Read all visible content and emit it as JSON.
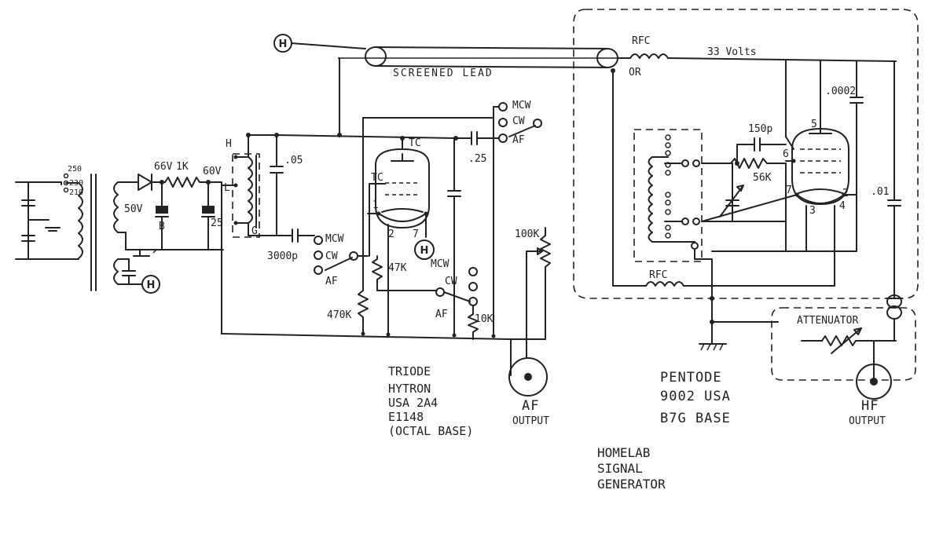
{
  "labels": {
    "h_top": "H",
    "h_heater": "H",
    "h_tube": "H",
    "screened_lead": "SCREENED LEAD",
    "rfc_top": "RFC",
    "rfc_bottom": "RFC",
    "v33": "33 Volts",
    "or": "OR",
    "c0002": ".0002",
    "c01": ".01",
    "c150p": "150p",
    "r56k": "56K",
    "pin5": "5",
    "pin6": "6",
    "pin7p": "7",
    "pin2p": "2",
    "pin4p": "4",
    "pin3p": "3",
    "mcw_top": "MCW",
    "cw_top": "CW",
    "af_top": "AF",
    "c25_top": ".25",
    "tc1": "TC",
    "tc2": "TC",
    "pin1t": "1",
    "pin2t": "2",
    "pin7t": "7",
    "c05": ".05",
    "coil_h": "H",
    "coil_l": "L",
    "coil_g": "G",
    "v66": "66V",
    "r1k": "1K",
    "v60": "60V",
    "v50": "50V",
    "cap_b": "B",
    "c25": "25",
    "tap250": "250",
    "tap230": "230",
    "tap210": "210",
    "c3000p": "3000p",
    "mcw_mid": "MCW",
    "cw_mid": "CW",
    "af_mid": "AF",
    "r47k": "47K",
    "r470k": "470K",
    "mcw_low": "MCW",
    "cw_low": "CW",
    "af_low": "AF",
    "r10k": "10K",
    "r100k": "100K",
    "attenuator": "ATTENUATOR",
    "hf_label": "HF",
    "hf_output": "OUTPUT",
    "af_label": "AF",
    "af_output": "OUTPUT"
  },
  "notes": {
    "triode_1": "TRIODE",
    "triode_2": "HYTRON",
    "triode_3": "USA 2A4",
    "triode_4": "E1148",
    "triode_5": "(OCTAL BASE)",
    "pentode_1": "PENTODE",
    "pentode_2": "9002 USA",
    "pentode_3": "B7G BASE",
    "title_1": "HOMELAB",
    "title_2": "SIGNAL",
    "title_3": "GENERATOR"
  }
}
